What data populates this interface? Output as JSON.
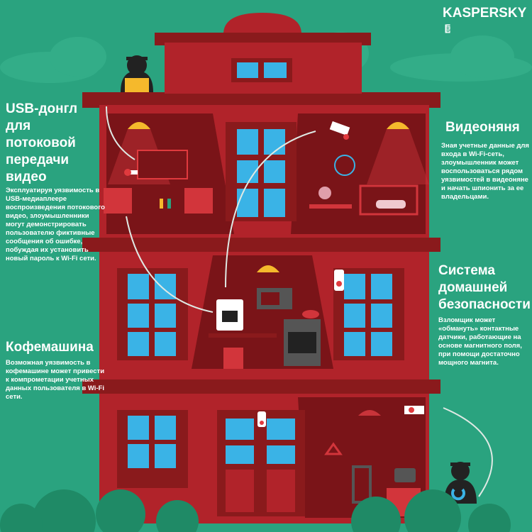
{
  "brand": {
    "name": "KASPERSKY",
    "sub": "lab"
  },
  "usb": {
    "title": "USB-донгл для потоковой передачи видео",
    "body": "Эксплуатируя уязвимость в USB-медиаплеере воспроизведения потокового видео, злоумышленники могут демонстрировать пользователю фиктивные сообщения об ошибке, побуждая их установить новый пароль к Wi-Fi сети."
  },
  "coffee": {
    "title": "Кофемашина",
    "body": "Возможная уязвимость в кофемашине может привести к компрометации учетных данных пользователя в Wi-Fi сети."
  },
  "babymonitor": {
    "title": "Видеоняня",
    "body": "Зная учетные данные для входа в Wi-Fi-сеть, злоумышленник может воспользоваться рядом уязвимостей в видеоняне и начать шпионить за ее владельцами."
  },
  "security": {
    "title": "Система домашней безопасности",
    "body": "Взломщик может «обмануть» контактные датчики, работающие на основе магнитного поля, при помощи достаточно мощного магнита."
  },
  "colors": {
    "background": "#2aa37f",
    "building": "#8a1a1c",
    "wall": "#b1232a",
    "window": "#3ab3e6"
  }
}
